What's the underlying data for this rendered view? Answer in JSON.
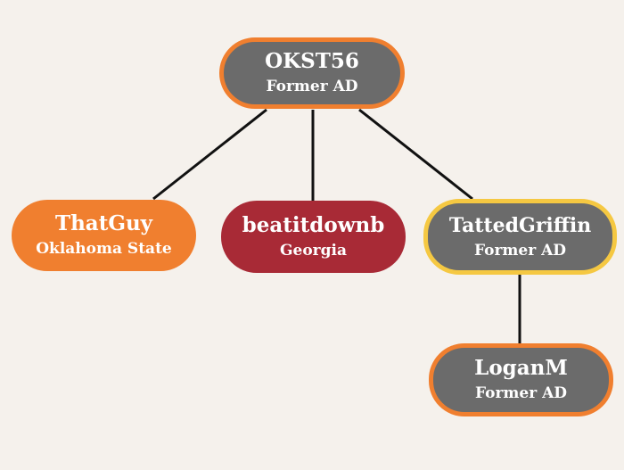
{
  "diagram": {
    "colors": {
      "background": "#f5f1ec",
      "node_gray": "#6b6b6b",
      "accent_orange": "#f07f2f",
      "georgia_red": "#a82a36",
      "highlight_yellow": "#f5c842",
      "connector": "#111111"
    },
    "nodes": {
      "root": {
        "name": "OKST56",
        "role": "Former AD"
      },
      "thatguy": {
        "name": "ThatGuy",
        "role": "Oklahoma State"
      },
      "beatitdownb": {
        "name": "beatitdownb",
        "role": "Georgia"
      },
      "tattedgriffin": {
        "name": "TattedGriffin",
        "role": "Former AD"
      },
      "loganm": {
        "name": "LoganM",
        "role": "Former AD"
      }
    }
  }
}
